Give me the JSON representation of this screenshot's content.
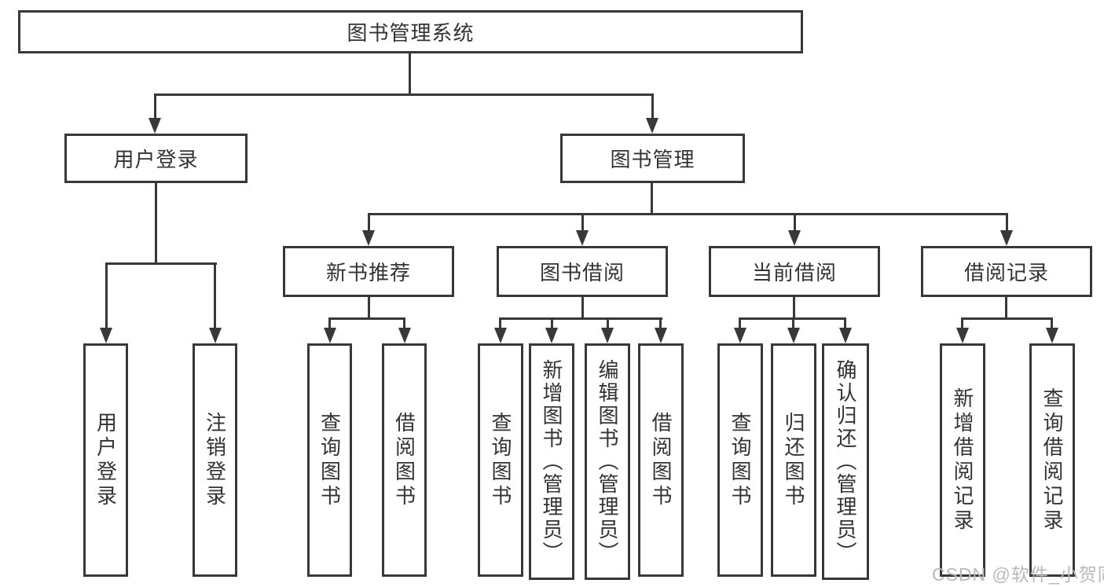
{
  "tree": {
    "root": {
      "label": "图书管理系统"
    },
    "level1": [
      {
        "label": "用户登录"
      },
      {
        "label": "图书管理"
      }
    ],
    "level2": [
      {
        "label": "新书推荐",
        "parent": "图书管理"
      },
      {
        "label": "图书借阅",
        "parent": "图书管理"
      },
      {
        "label": "当前借阅",
        "parent": "图书管理"
      },
      {
        "label": "借阅记录",
        "parent": "图书管理"
      }
    ],
    "leaves": [
      {
        "label": "用户登录",
        "parent": "用户登录"
      },
      {
        "label": "注销登录",
        "parent": "用户登录"
      },
      {
        "label": "查询图书",
        "parent": "新书推荐"
      },
      {
        "label": "借阅图书",
        "parent": "新书推荐"
      },
      {
        "label": "查询图书",
        "parent": "图书借阅"
      },
      {
        "label": "新增图书（管理员）",
        "parent": "图书借阅"
      },
      {
        "label": "编辑图书（管理员）",
        "parent": "图书借阅"
      },
      {
        "label": "借阅图书",
        "parent": "图书借阅"
      },
      {
        "label": "查询图书",
        "parent": "当前借阅"
      },
      {
        "label": "归还图书",
        "parent": "当前借阅"
      },
      {
        "label": "确认归还（管理员）",
        "parent": "当前借阅"
      },
      {
        "label": "新增借阅记录",
        "parent": "借阅记录"
      },
      {
        "label": "查询借阅记录",
        "parent": "借阅记录"
      }
    ]
  },
  "watermark": {
    "text": "CSDN @软件_小贺同学"
  },
  "colors": {
    "line": "#383838",
    "text": "#333333",
    "box_background": "#ffffff",
    "watermark": "#b9b9b9"
  }
}
